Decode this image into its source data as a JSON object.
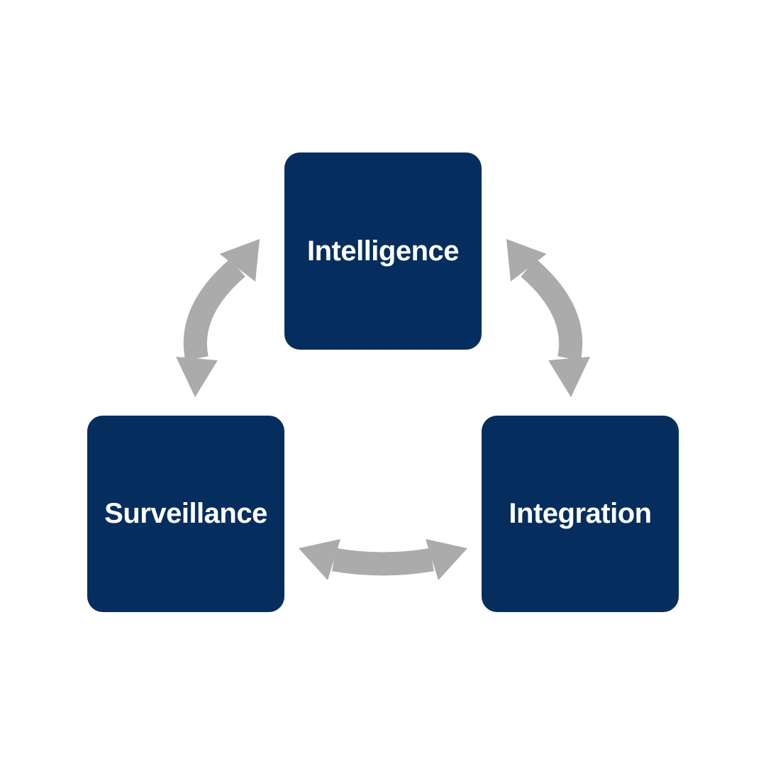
{
  "diagram": {
    "type": "cycle",
    "nodes": [
      {
        "id": "intelligence",
        "label": "Intelligence",
        "position": "top-center"
      },
      {
        "id": "surveillance",
        "label": "Surveillance",
        "position": "bottom-left"
      },
      {
        "id": "integration",
        "label": "Integration",
        "position": "bottom-right"
      }
    ],
    "edges": [
      {
        "from": "surveillance",
        "to": "intelligence",
        "bidirectional": true
      },
      {
        "from": "intelligence",
        "to": "integration",
        "bidirectional": true
      },
      {
        "from": "surveillance",
        "to": "integration",
        "bidirectional": true
      }
    ],
    "colors": {
      "background": "#FFFFFF",
      "node_fill": "#052E5E",
      "node_text": "#FFFFFF",
      "arrow": "#ABABAB"
    }
  }
}
